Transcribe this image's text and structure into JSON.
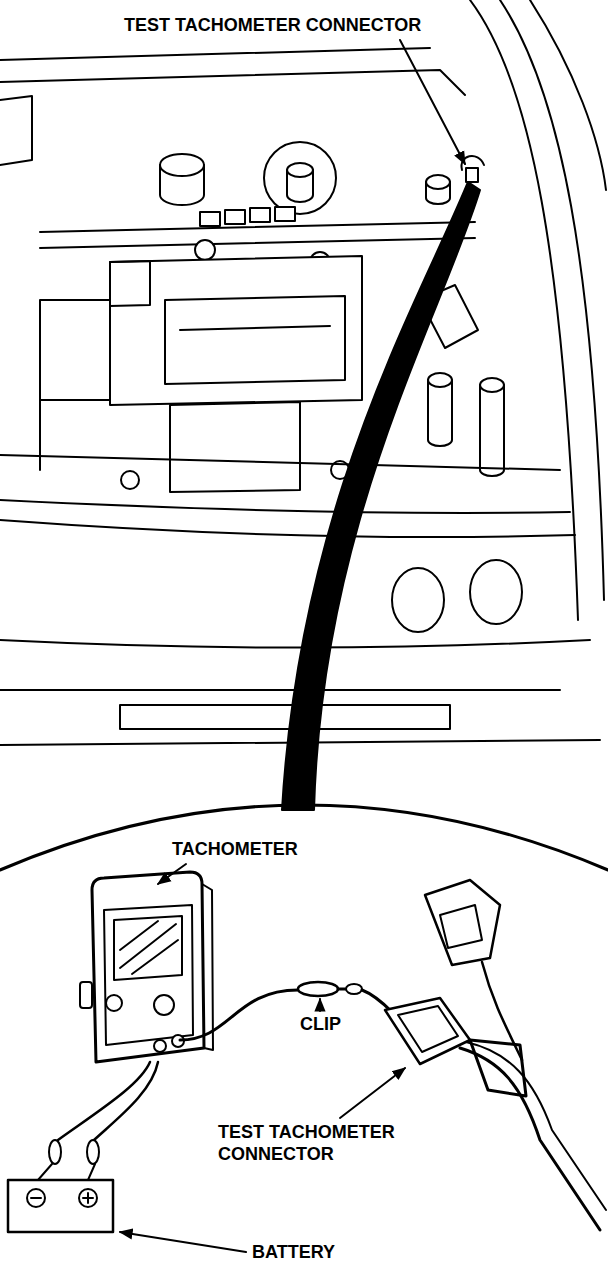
{
  "diagram": {
    "labels": [
      "TEST TACHOMETER CONNECTOR",
      "TACHOMETER",
      "CLIP",
      "TEST TACHOMETER CONNECTOR",
      "BATTERY"
    ]
  }
}
